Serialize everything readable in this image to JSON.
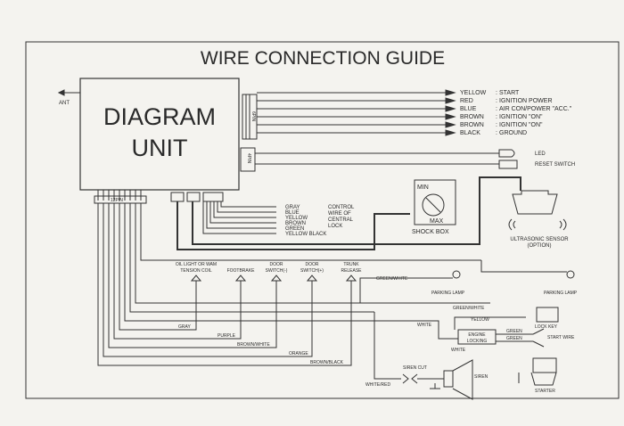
{
  "title": "WIRE CONNECTION GUIDE",
  "unit": {
    "line1": "DIAGRAM",
    "line2": "UNIT",
    "ant_label": "ANT"
  },
  "connector_labels": {
    "top": "6PIN",
    "bottom": "12PIN",
    "mid": "4PIN"
  },
  "power_wires": [
    {
      "color": "YELLOW",
      "sep": ":",
      "function": "START"
    },
    {
      "color": "RED",
      "sep": ":",
      "function": "IGNITION POWER"
    },
    {
      "color": "BLUE",
      "sep": ":",
      "function": "AIR CON/POWER \"ACC.\""
    },
    {
      "color": "BROWN",
      "sep": ":",
      "function": "IGNITION \"ON\""
    },
    {
      "color": "BROWN",
      "sep": ":",
      "function": "IGNITION \"ON\""
    },
    {
      "color": "BLACK",
      "sep": ":",
      "function": "GROUND"
    }
  ],
  "led_label": "LED",
  "reset_label": "RESET SWITCH",
  "lock_wires": [
    "GRAY",
    "BLUE",
    "YELLOW",
    "BROWN",
    "GREEN",
    "YELLOW BLACK"
  ],
  "lock_note": [
    "CONTROL",
    "WIRE OF",
    "CENTRAL",
    "LOCK"
  ],
  "shock_box": {
    "min": "MIN",
    "max": "MAX",
    "label": "SHOCK BOX"
  },
  "ultrasonic": {
    "line1": "ULTRASONIC SENSOR",
    "line2": "(OPTION)"
  },
  "inputs": [
    {
      "line1": "OIL LIGHT OR WAM",
      "line2": "TENSION COIL"
    },
    {
      "line1": "",
      "line2": "FOOTBRAKE"
    },
    {
      "line1": "DOOR",
      "line2": "SWITCH(-)"
    },
    {
      "line1": "DOOR",
      "line2": "SWITCH(+)"
    },
    {
      "line1": "TRUNK",
      "line2": "RELEASE"
    }
  ],
  "input_wires": [
    "GRAY",
    "PURPLE",
    "BROWN/WHITE",
    "ORANGE",
    "BROWN/BLACK"
  ],
  "parking": {
    "wire1": "GREEN/WHITE",
    "lamp1": "PARKING LAMP",
    "wire2": "GREEN/WHITE",
    "lamp2": "PARKING LAMP"
  },
  "engine": {
    "white": "WHITE",
    "yellow": "YELLOW",
    "box1": "ENGINE",
    "box2": "LOCKING",
    "green1": "GREEN",
    "green2": "GREEN",
    "white2": "WHITE",
    "lock_key": "LOCK KEY",
    "start_wire": "START WIRE",
    "starter": "STARTER"
  },
  "siren": {
    "cut": "SIREN CUT",
    "wire": "WHITE/RED",
    "label": "SIREN"
  }
}
